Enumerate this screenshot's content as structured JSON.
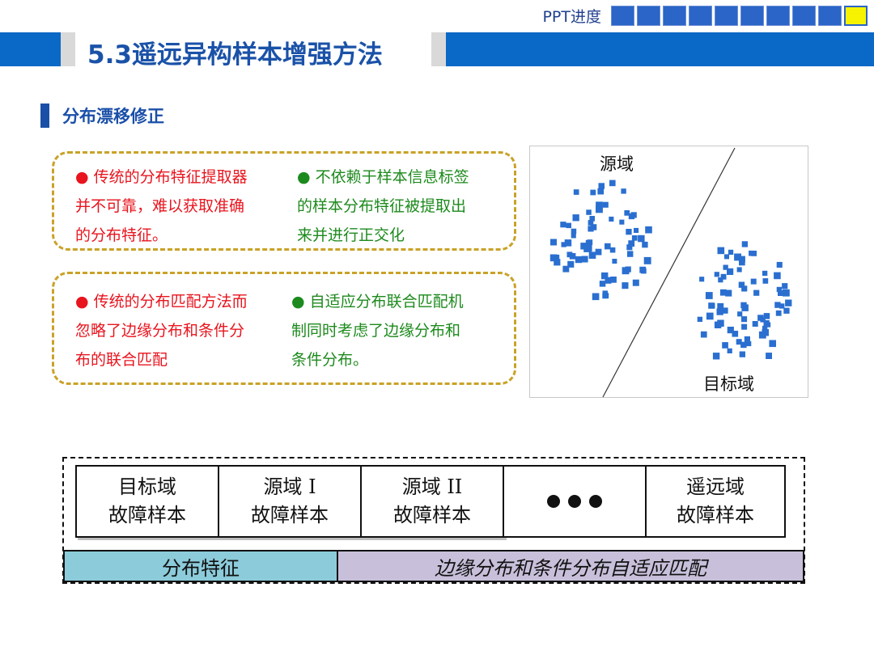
{
  "progress": {
    "label": "PPT进度",
    "total_steps": 10,
    "current_step": 10,
    "colors": {
      "done": "#2b65c7",
      "current": "#f7f300"
    }
  },
  "title": "5.3遥远异构样本增强方法",
  "section_heading": "分布漂移修正",
  "callouts": [
    {
      "left": [
        "● 传统的分布特征提取器",
        "并不可靠，难以获取准确",
        "的分布特征。"
      ],
      "right": [
        "● 不依赖于样本信息标签",
        "的样本分布特征被提取出",
        "来并进行正交化"
      ]
    },
    {
      "left": [
        "● 传统的分布匹配方法而",
        "忽略了边缘分布和条件分",
        "布的联合匹配"
      ],
      "right": [
        "● 自适应分布联合匹配机",
        "制同时考虑了边缘分布和",
        "条件分布。"
      ]
    }
  ],
  "scatter": {
    "source_label": "源域",
    "target_label": "目标域",
    "marker_color": "#2a6fd0"
  },
  "diagram": {
    "cells": [
      [
        "目标域",
        "故障样本"
      ],
      [
        "源域 I",
        "故障样本"
      ],
      [
        "源域 II",
        "故障样本"
      ],
      [
        "•••"
      ],
      [
        "遥远域",
        "故障样本"
      ]
    ],
    "bar_left": "分布特征",
    "bar_right": "边缘分布和条件分布自适应匹配",
    "colors": {
      "bar_left": "#8ccbda",
      "bar_right": "#c8c0da"
    }
  }
}
